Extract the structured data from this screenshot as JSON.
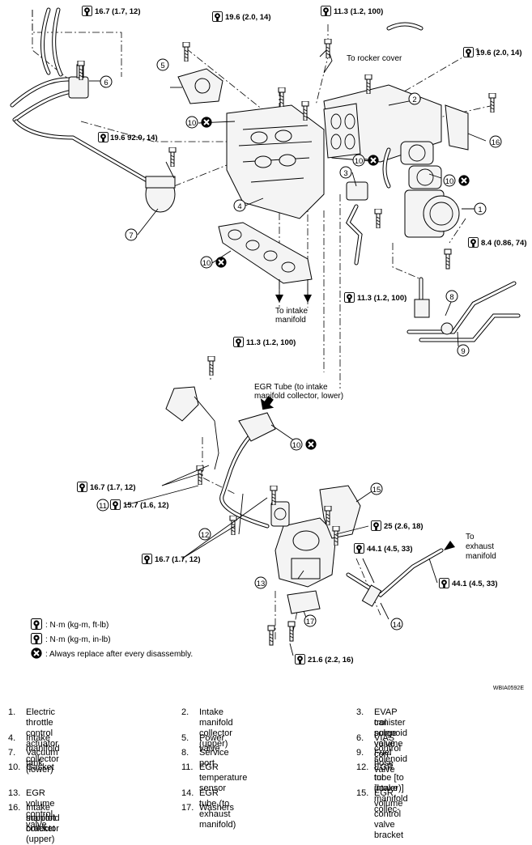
{
  "diagram": {
    "torque_labels": [
      "16.7 (1.7, 12)",
      "19.6 (2.0, 14)",
      "11.3 (1.2, 100)",
      "19.6 (2.0, 14)",
      "19.6 92.0, 14)",
      "8.4 (0.86, 74)",
      "11.3 (1.2, 100)",
      "11.3 (1.2, 100)",
      "16.7 (1.7, 12)",
      "15.7 (1.6, 12)",
      "25 (2.6, 18)",
      "44.1 (4.5, 33)",
      "44.1 (4.5, 33)",
      "16.7 (1.7, 12)",
      "21.6 (2.2, 16)"
    ],
    "callouts": {
      "c1": "1",
      "c2": "2",
      "c3": "3",
      "c4": "4",
      "c5": "5",
      "c6": "6",
      "c7": "7",
      "c8": "8",
      "c9": "9",
      "c10a": "10",
      "c10b": "10",
      "c10c": "10",
      "c10d": "10",
      "c10e": "10",
      "c11": "11",
      "c12": "12",
      "c13": "13",
      "c14": "14",
      "c15": "15",
      "c16": "16",
      "c17": "17"
    },
    "annotations": {
      "rocker_cover": "To rocker cover",
      "to_intake_1": "To intake",
      "to_intake_2": "manifold",
      "egr_tube_1": "EGR Tube (to intake",
      "egr_tube_2": "manifold collector, lower)",
      "exhaust_1": "To",
      "exhaust_2": "exhaust",
      "exhaust_3": "manifold"
    },
    "legend": [
      ": N·m (kg-m, ft-lb)",
      ": N·m (kg-m, in-lb)",
      ": Always replace after every disassembly."
    ],
    "code": "WBIA0592E"
  },
  "parts": [
    {
      "num": "1.",
      "name": "Electric throttle control actuator"
    },
    {
      "num": "2.",
      "name": "Intake manifold collector (upper)"
    },
    {
      "num": "3.",
      "name": "EVAP canister purge volume con-"
    },
    {
      "num": "",
      "name": "trol solenoid valve"
    },
    {
      "num": "4.",
      "name": "Intake manifold collector (lower)"
    },
    {
      "num": "5.",
      "name": "Power valve"
    },
    {
      "num": "6.",
      "name": "VIAS control solenoid valve"
    },
    {
      "num": "7.",
      "name": "Vacuum tank"
    },
    {
      "num": "8.",
      "name": "Service port"
    },
    {
      "num": "9.",
      "name": "Fuel hose"
    },
    {
      "num": "10.",
      "name": "Gasket"
    },
    {
      "num": "11.",
      "name": "EGR temperature sensor"
    },
    {
      "num": "12.",
      "name": "EGR tube [to  intake manifold collec-"
    },
    {
      "num": "",
      "name": "tor (lower)]"
    },
    {
      "num": "13.",
      "name": "EGR volume control valve"
    },
    {
      "num": "14.",
      "name": "EGR tube (to exhaust manifold)"
    },
    {
      "num": "15.",
      "name": "EGR volume control valve bracket"
    },
    {
      "num": "16.",
      "name": "Intake manifold collector (upper)"
    },
    {
      "num": "",
      "name": "support bracket"
    },
    {
      "num": "17.",
      "name": "Washers"
    }
  ]
}
